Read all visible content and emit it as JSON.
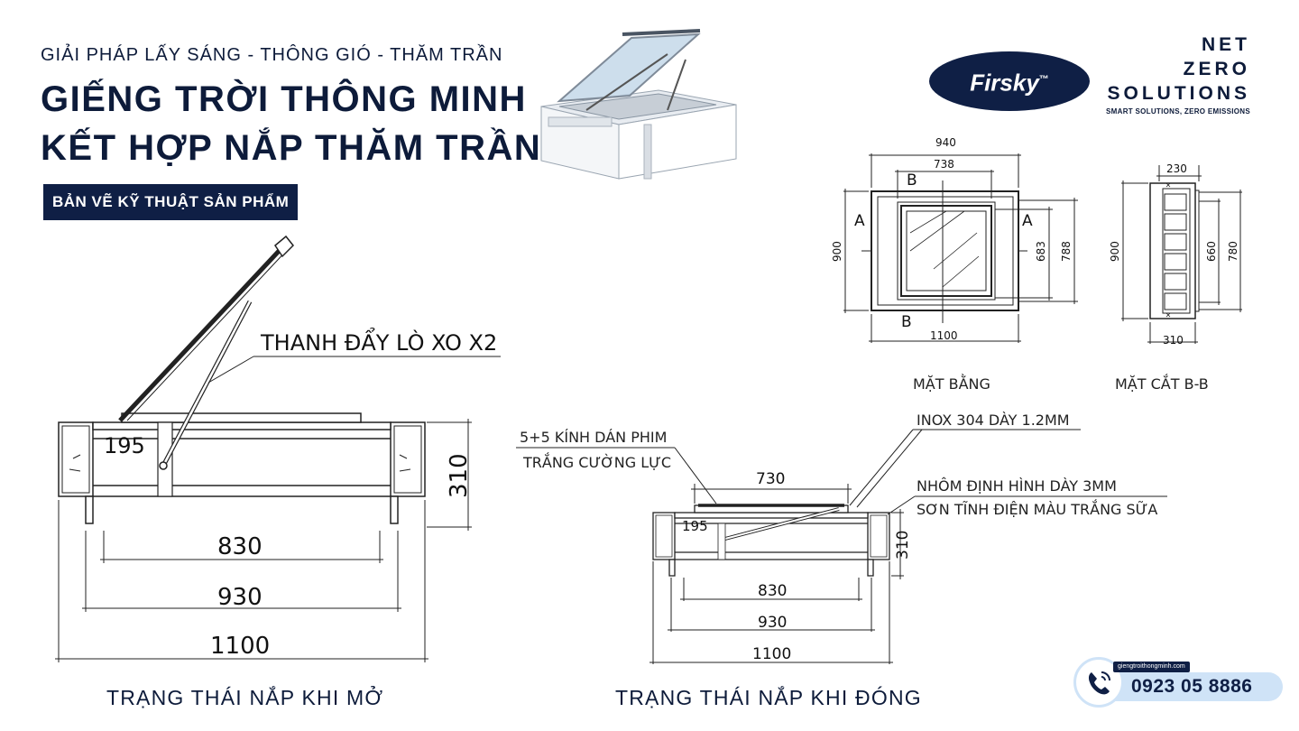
{
  "header": {
    "tagline": "GIẢI PHÁP LẤY SÁNG - THÔNG GIÓ - THĂM TRẦN",
    "title_line1": "GIẾNG TRỜI THÔNG MINH",
    "title_line2": "KẾT HỢP NẮP THĂM TRẦN",
    "badge": "BẢN VẼ KỸ THUẬT SẢN PHẨM"
  },
  "brand": {
    "logo_text": "Firsky",
    "logo_mark": "™",
    "net": "NET",
    "zero": "ZERO",
    "solutions": "SOLUTIONS",
    "slogan": "SMART SOLUTIONS, ZERO EMISSIONS"
  },
  "open_view": {
    "callout": "THANH ĐẨY LÒ XO X2",
    "dim_195": "195",
    "dim_310": "310",
    "dim_830": "830",
    "dim_930": "930",
    "dim_1100": "1100",
    "caption": "TRẠNG THÁI NẮP KHI MỞ"
  },
  "closed_view": {
    "callout_glass_1": "5+5 KÍNH DÁN PHIM",
    "callout_glass_2": "TRẮNG CƯỜNG LỰC",
    "callout_inox": "INOX 304 DÀY 1.2MM",
    "callout_alu_1": "NHÔM ĐỊNH HÌNH DÀY 3MM",
    "callout_alu_2": "SƠN TĨNH ĐIỆN MÀU TRẮNG SỮA",
    "dim_730": "730",
    "dim_195": "195",
    "dim_310": "310",
    "dim_830": "830",
    "dim_930": "930",
    "dim_1100": "1100",
    "caption": "TRẠNG THÁI NẮP KHI ĐÓNG"
  },
  "plan_view": {
    "dim_940": "940",
    "dim_738": "738",
    "dim_900": "900",
    "dim_683": "683",
    "dim_788": "788",
    "dim_1100": "1100",
    "mark_a": "A",
    "mark_b": "B",
    "caption": "MẶT BẰNG"
  },
  "section_view": {
    "dim_230": "230",
    "dim_900": "900",
    "dim_660": "660",
    "dim_780": "780",
    "dim_310": "310",
    "caption": "MẶT CẮT B-B"
  },
  "contact": {
    "website": "giengtroithongminh.com",
    "phone": "0923 05 8886"
  },
  "colors": {
    "navy": "#0f1f45",
    "light_blue": "#cfe3f7"
  }
}
